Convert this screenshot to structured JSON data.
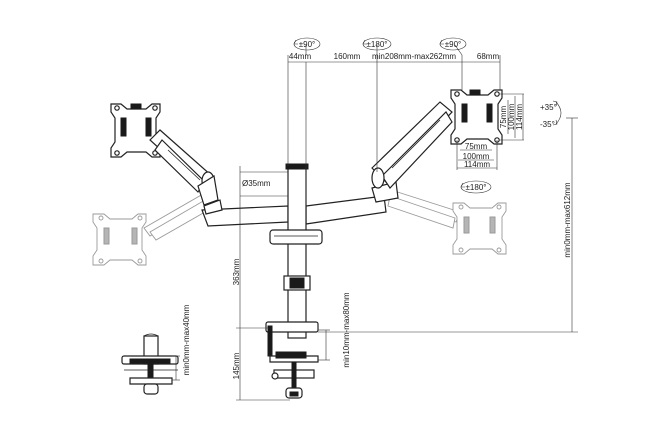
{
  "rotations": {
    "top_left": "±90°",
    "top_center": "±180°",
    "top_right": "±90°",
    "right_mid": "±180°"
  },
  "tilt": {
    "up": "+35°",
    "down": "-35°"
  },
  "dimensions": {
    "arm_44": "44mm",
    "arm_160": "160mm",
    "arm_range": "min208mm-max262mm",
    "arm_68": "68mm",
    "pole_diameter": "Ø35mm",
    "pole_height": "363mm",
    "base_height": "145mm",
    "clamp_range": "min10mm-max80mm",
    "grommet_range": "min0mm-max40mm",
    "vertical_range": "min0mm-max612mm",
    "vesa_75_v": "75mm",
    "vesa_100_v": "100mm",
    "vesa_114_v": "114mm",
    "vesa_75_h": "75mm",
    "vesa_100_h": "100mm",
    "vesa_114_h": "114mm"
  }
}
